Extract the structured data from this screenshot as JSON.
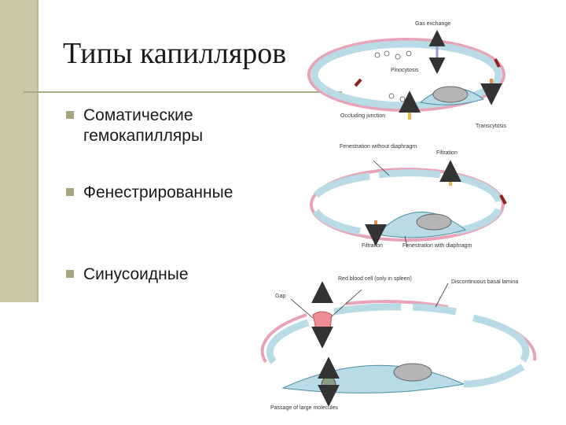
{
  "slide": {
    "title": "Типы капилляров",
    "bullets": [
      "Соматические гемокапилляры",
      "Фенестрированные",
      "Синусоидные"
    ]
  },
  "figure": {
    "labels": {
      "gas_exchange": "Gas exchange",
      "pinocytosis": "Pinocytosis",
      "occluding_junction": "Occluding junction",
      "transcytosis": "Transcytosis",
      "fenestration_without": "Fenestration without diaphragm",
      "filtration_top": "Filtration",
      "filtration_bottom": "Filtration",
      "fenestration_with": "Fenestration with diaphragm",
      "red_blood_cell": "Red blood cell (only in spleen)",
      "discontinuous_basal": "Discontinuous basal lamina",
      "gap": "Gap",
      "large_molecules": "Passage of large molecules"
    }
  },
  "colors": {
    "membrane_pink": "#e8a3b8",
    "cell_blue": "#b8dbe6",
    "nucleus_gray": "#b5b5b5",
    "arrow_orange": "#f0a86a",
    "arrow_yellow": "#f3d27a",
    "arrow_lilac": "#b6b4d9",
    "rbc_pink": "#ef8d96",
    "accent": "#a7a77f"
  }
}
